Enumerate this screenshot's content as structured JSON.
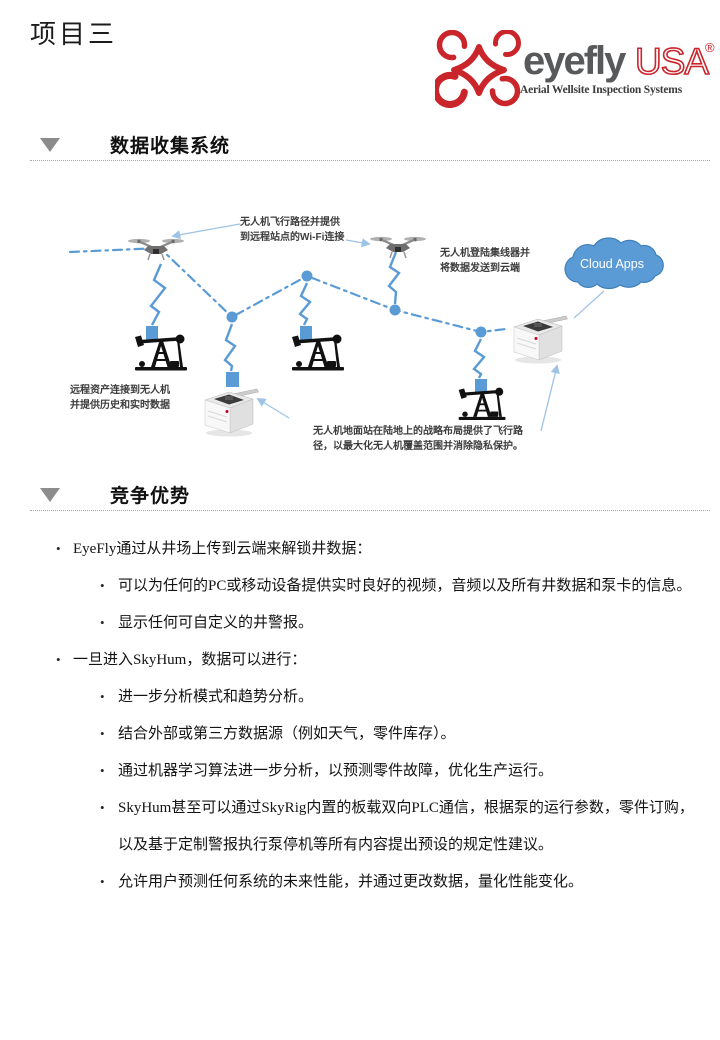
{
  "page": {
    "title": "项目三"
  },
  "logo": {
    "brand": "eyefly",
    "brand_suffix": "USA",
    "registered": "®",
    "tagline": "Aerial Wellsite Inspection Systems",
    "colors": {
      "red": "#c9252b",
      "gray": "#58595b"
    }
  },
  "sections": [
    {
      "title": "数据收集系统"
    },
    {
      "title": "竞争优势"
    }
  ],
  "diagram": {
    "cloud_label": "Cloud Apps",
    "annotations": {
      "flight_path": "无人机飞行路径并提供\n到远程站点的Wi-Fi连接",
      "hub_upload": "无人机登陆集线器并\n将数据发送到云端",
      "remote_assets": "远程资产连接到无人机\n并提供历史和实时数据",
      "ground_station": "无人机地面站在陆地上的战略布局提供了飞行路\n径，以最大化无人机覆盖范围并消除隐私保护。"
    },
    "colors": {
      "path_blue": "#5b9bd5",
      "arrow_blue": "#9dc3e6"
    }
  },
  "bullets": [
    {
      "level": "lv1",
      "text": "EyeFly通过从井场上传到云端来解锁井数据："
    },
    {
      "level": "lv2",
      "text": "可以为任何的PC或移动设备提供实时良好的视频，音频以及所有井数据和泵卡的信息。"
    },
    {
      "level": "lv2",
      "text": "显示任何可自定义的井警报。"
    },
    {
      "level": "lv1",
      "text": "一旦进入SkyHum，数据可以进行："
    },
    {
      "level": "lv2",
      "text": "进一步分析模式和趋势分析。"
    },
    {
      "level": "lv2",
      "text": "结合外部或第三方数据源（例如天气，零件库存）。"
    },
    {
      "level": "lv2",
      "text": "通过机器学习算法进一步分析，以预测零件故障，优化生产运行。"
    },
    {
      "level": "lv2",
      "text": "SkyHum甚至可以通过SkyRig内置的板载双向PLC通信，根据泵的运行参数，零件订购，"
    },
    {
      "level": "cont",
      "text": "以及基于定制警报执行泵停机等所有内容提出预设的规定性建议。"
    },
    {
      "level": "lv2",
      "text": "允许用户预测任何系统的未来性能，并通过更改数据，量化性能变化。"
    }
  ]
}
